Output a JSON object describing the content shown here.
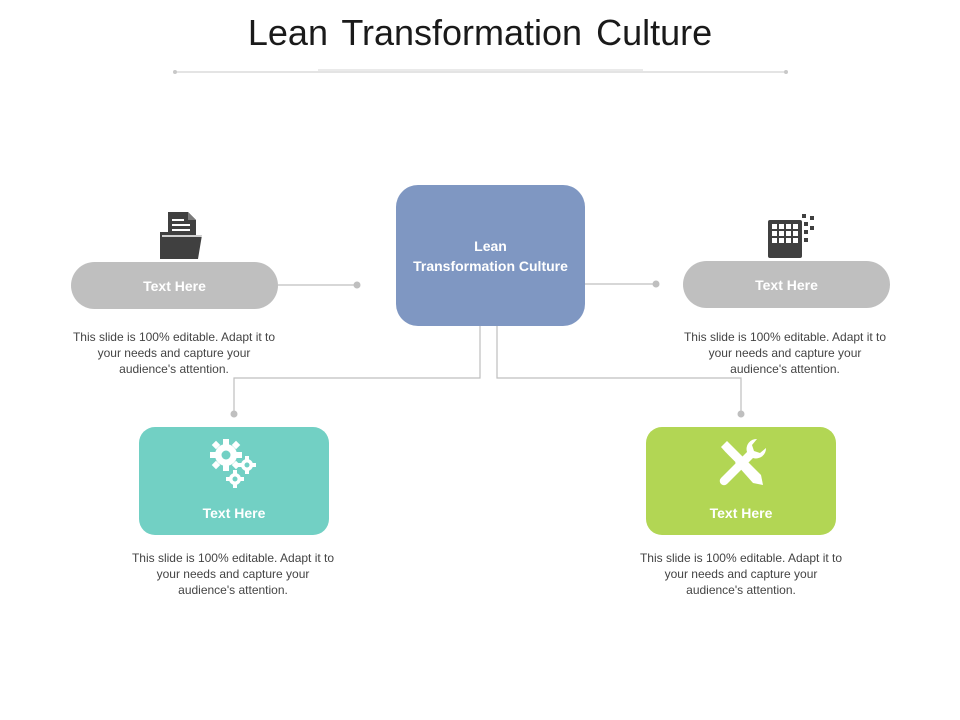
{
  "title": "Lean Transformation Culture",
  "center": {
    "line1": "Lean",
    "line2": "Transformation Culture"
  },
  "items": [
    {
      "label": "Text Here",
      "icon": "folder-document-icon",
      "description": "This slide is 100% editable. Adapt it to your needs and capture your audience's attention."
    },
    {
      "label": "Text Here",
      "icon": "grid-dissolve-icon",
      "description": "This slide is 100% editable. Adapt it to your needs and capture your audience's attention."
    },
    {
      "label": "Text Here",
      "icon": "gears-icon",
      "description": "This slide is 100% editable. Adapt it to your needs and capture your audience's attention."
    },
    {
      "label": "Text Here",
      "icon": "tools-icon",
      "description": "This slide is 100% editable. Adapt it to your needs and capture your audience's attention."
    }
  ],
  "colors": {
    "center": "#7f97c2",
    "pill": "#bfbfbf",
    "teal": "#72d0c4",
    "green": "#b2d654",
    "connector": "#bfbfbf",
    "icon": "#404040"
  }
}
